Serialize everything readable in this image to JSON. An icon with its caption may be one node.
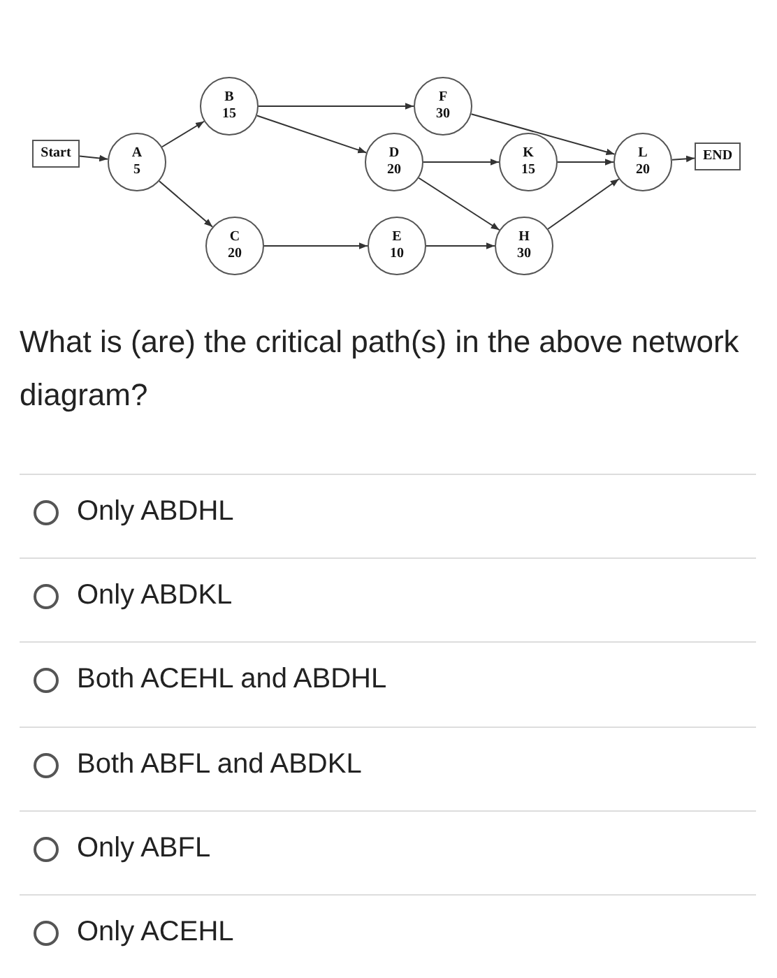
{
  "diagram": {
    "nodes": [
      {
        "text": [
          "Start"
        ]
      },
      {
        "text": [
          "A",
          "5"
        ]
      },
      {
        "text": [
          "B",
          "15"
        ]
      },
      {
        "text": [
          "C",
          "20"
        ]
      },
      {
        "text": [
          "D",
          "20"
        ]
      },
      {
        "text": [
          "E",
          "10"
        ]
      },
      {
        "text": [
          "F",
          "30"
        ]
      },
      {
        "text": [
          "K",
          "15"
        ]
      },
      {
        "text": [
          "H",
          "30"
        ]
      },
      {
        "text": [
          "L",
          "20"
        ]
      },
      {
        "text": [
          "END"
        ]
      }
    ],
    "edges": [
      {
        "from": 0,
        "to": 1,
        "arrow": "to"
      },
      {
        "from": 1,
        "to": 2,
        "arrow": "to"
      },
      {
        "from": 1,
        "to": 3,
        "arrow": "to"
      },
      {
        "from": 2,
        "to": 6,
        "arrow": "to"
      },
      {
        "from": 2,
        "to": 4,
        "arrow": "to"
      },
      {
        "from": 3,
        "to": 5,
        "arrow": "to"
      },
      {
        "from": 4,
        "to": 7,
        "arrow": "to"
      },
      {
        "from": 4,
        "to": 8,
        "arrow": "to"
      },
      {
        "from": 5,
        "to": 8,
        "arrow": "to"
      },
      {
        "from": 6,
        "to": 9,
        "arrow": "to"
      },
      {
        "from": 7,
        "to": 9,
        "arrow": "to"
      },
      {
        "from": 8,
        "to": 9,
        "arrow": "to"
      },
      {
        "from": 9,
        "to": 10,
        "arrow": "to"
      }
    ],
    "labels": [
      "What is (are) the critical path(s) in the above network diagram?",
      "Only ABDHL",
      "Only ABDKL",
      "Both ACEHL and ABDHL",
      "Both ABFL and ABDKL",
      "Only ABFL",
      "Only ACEHL"
    ]
  }
}
